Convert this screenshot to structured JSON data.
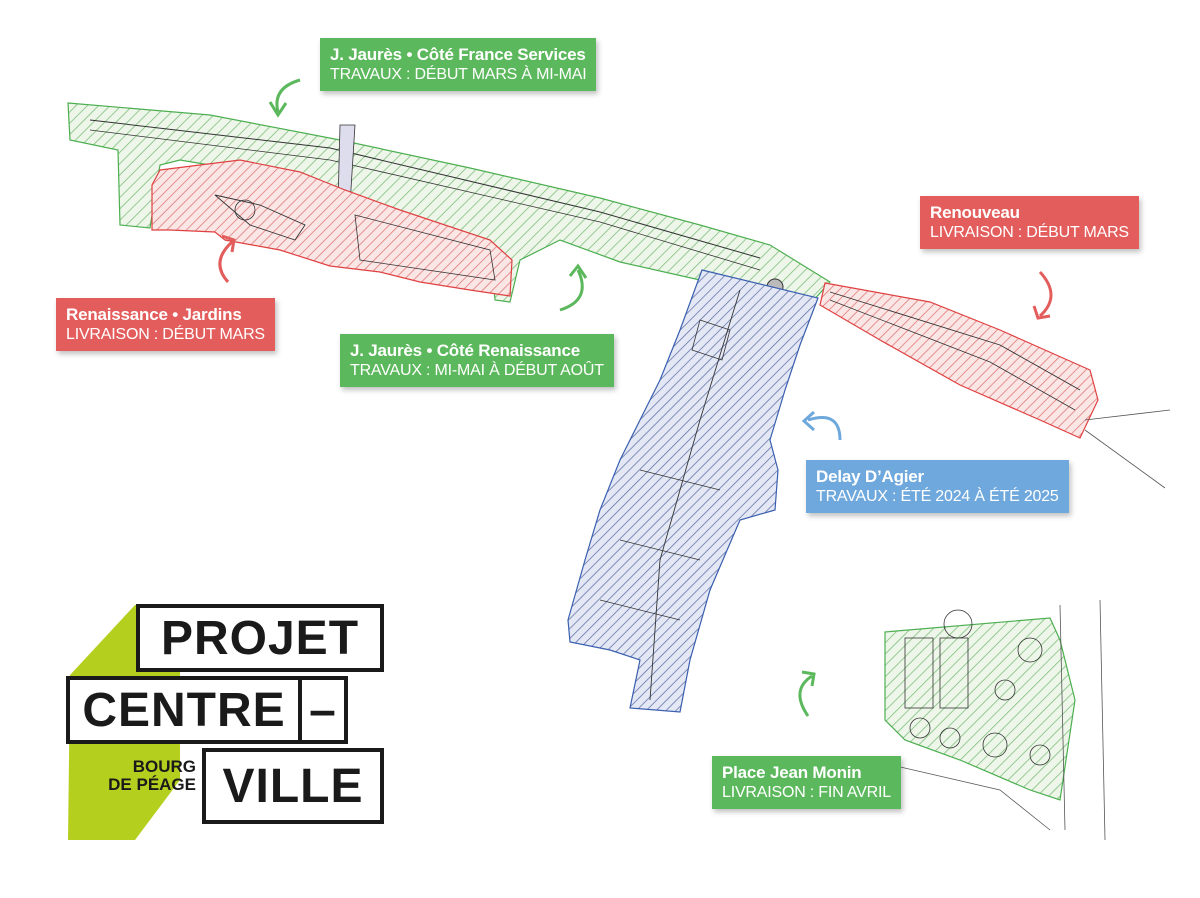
{
  "labels": {
    "jaures_france": {
      "title": "J. Jaurès • Côté France Services",
      "subtitle": "TRAVAUX : DÉBUT MARS À MI-MAI",
      "color": "#5cb85c"
    },
    "renouveau": {
      "title": "Renouveau",
      "subtitle": "LIVRAISON : DÉBUT MARS",
      "color": "#e35d5d"
    },
    "renaissance_jardins": {
      "title": "Renaissance • Jardins",
      "subtitle": "LIVRAISON : DÉBUT MARS",
      "color": "#e35d5d"
    },
    "jaures_renaissance": {
      "title": "J. Jaurès • Côté Renaissance",
      "subtitle": "TRAVAUX : MI-MAI À DÉBUT AOÛT",
      "color": "#5cb85c"
    },
    "delay_dagier": {
      "title": "Delay D’Agier",
      "subtitle": "TRAVAUX : ÉTÉ 2024 À ÉTÉ 2025",
      "color": "#6fa8dc"
    },
    "place_jean_monin": {
      "title": "Place Jean Monin",
      "subtitle": "LIVRAISON : FIN AVRIL",
      "color": "#5cb85c"
    }
  },
  "logo": {
    "line1": "PROJET",
    "line2": "CENTRE",
    "dash": "–",
    "line3": "VILLE",
    "town_line1": "BOURG",
    "town_line2": "DE PÉAGE",
    "accent_color": "#b5cf1f"
  },
  "colors": {
    "green_zone": "#5cb85c",
    "red_zone": "#e35d5d",
    "blue_zone": "#4a6fb5"
  }
}
